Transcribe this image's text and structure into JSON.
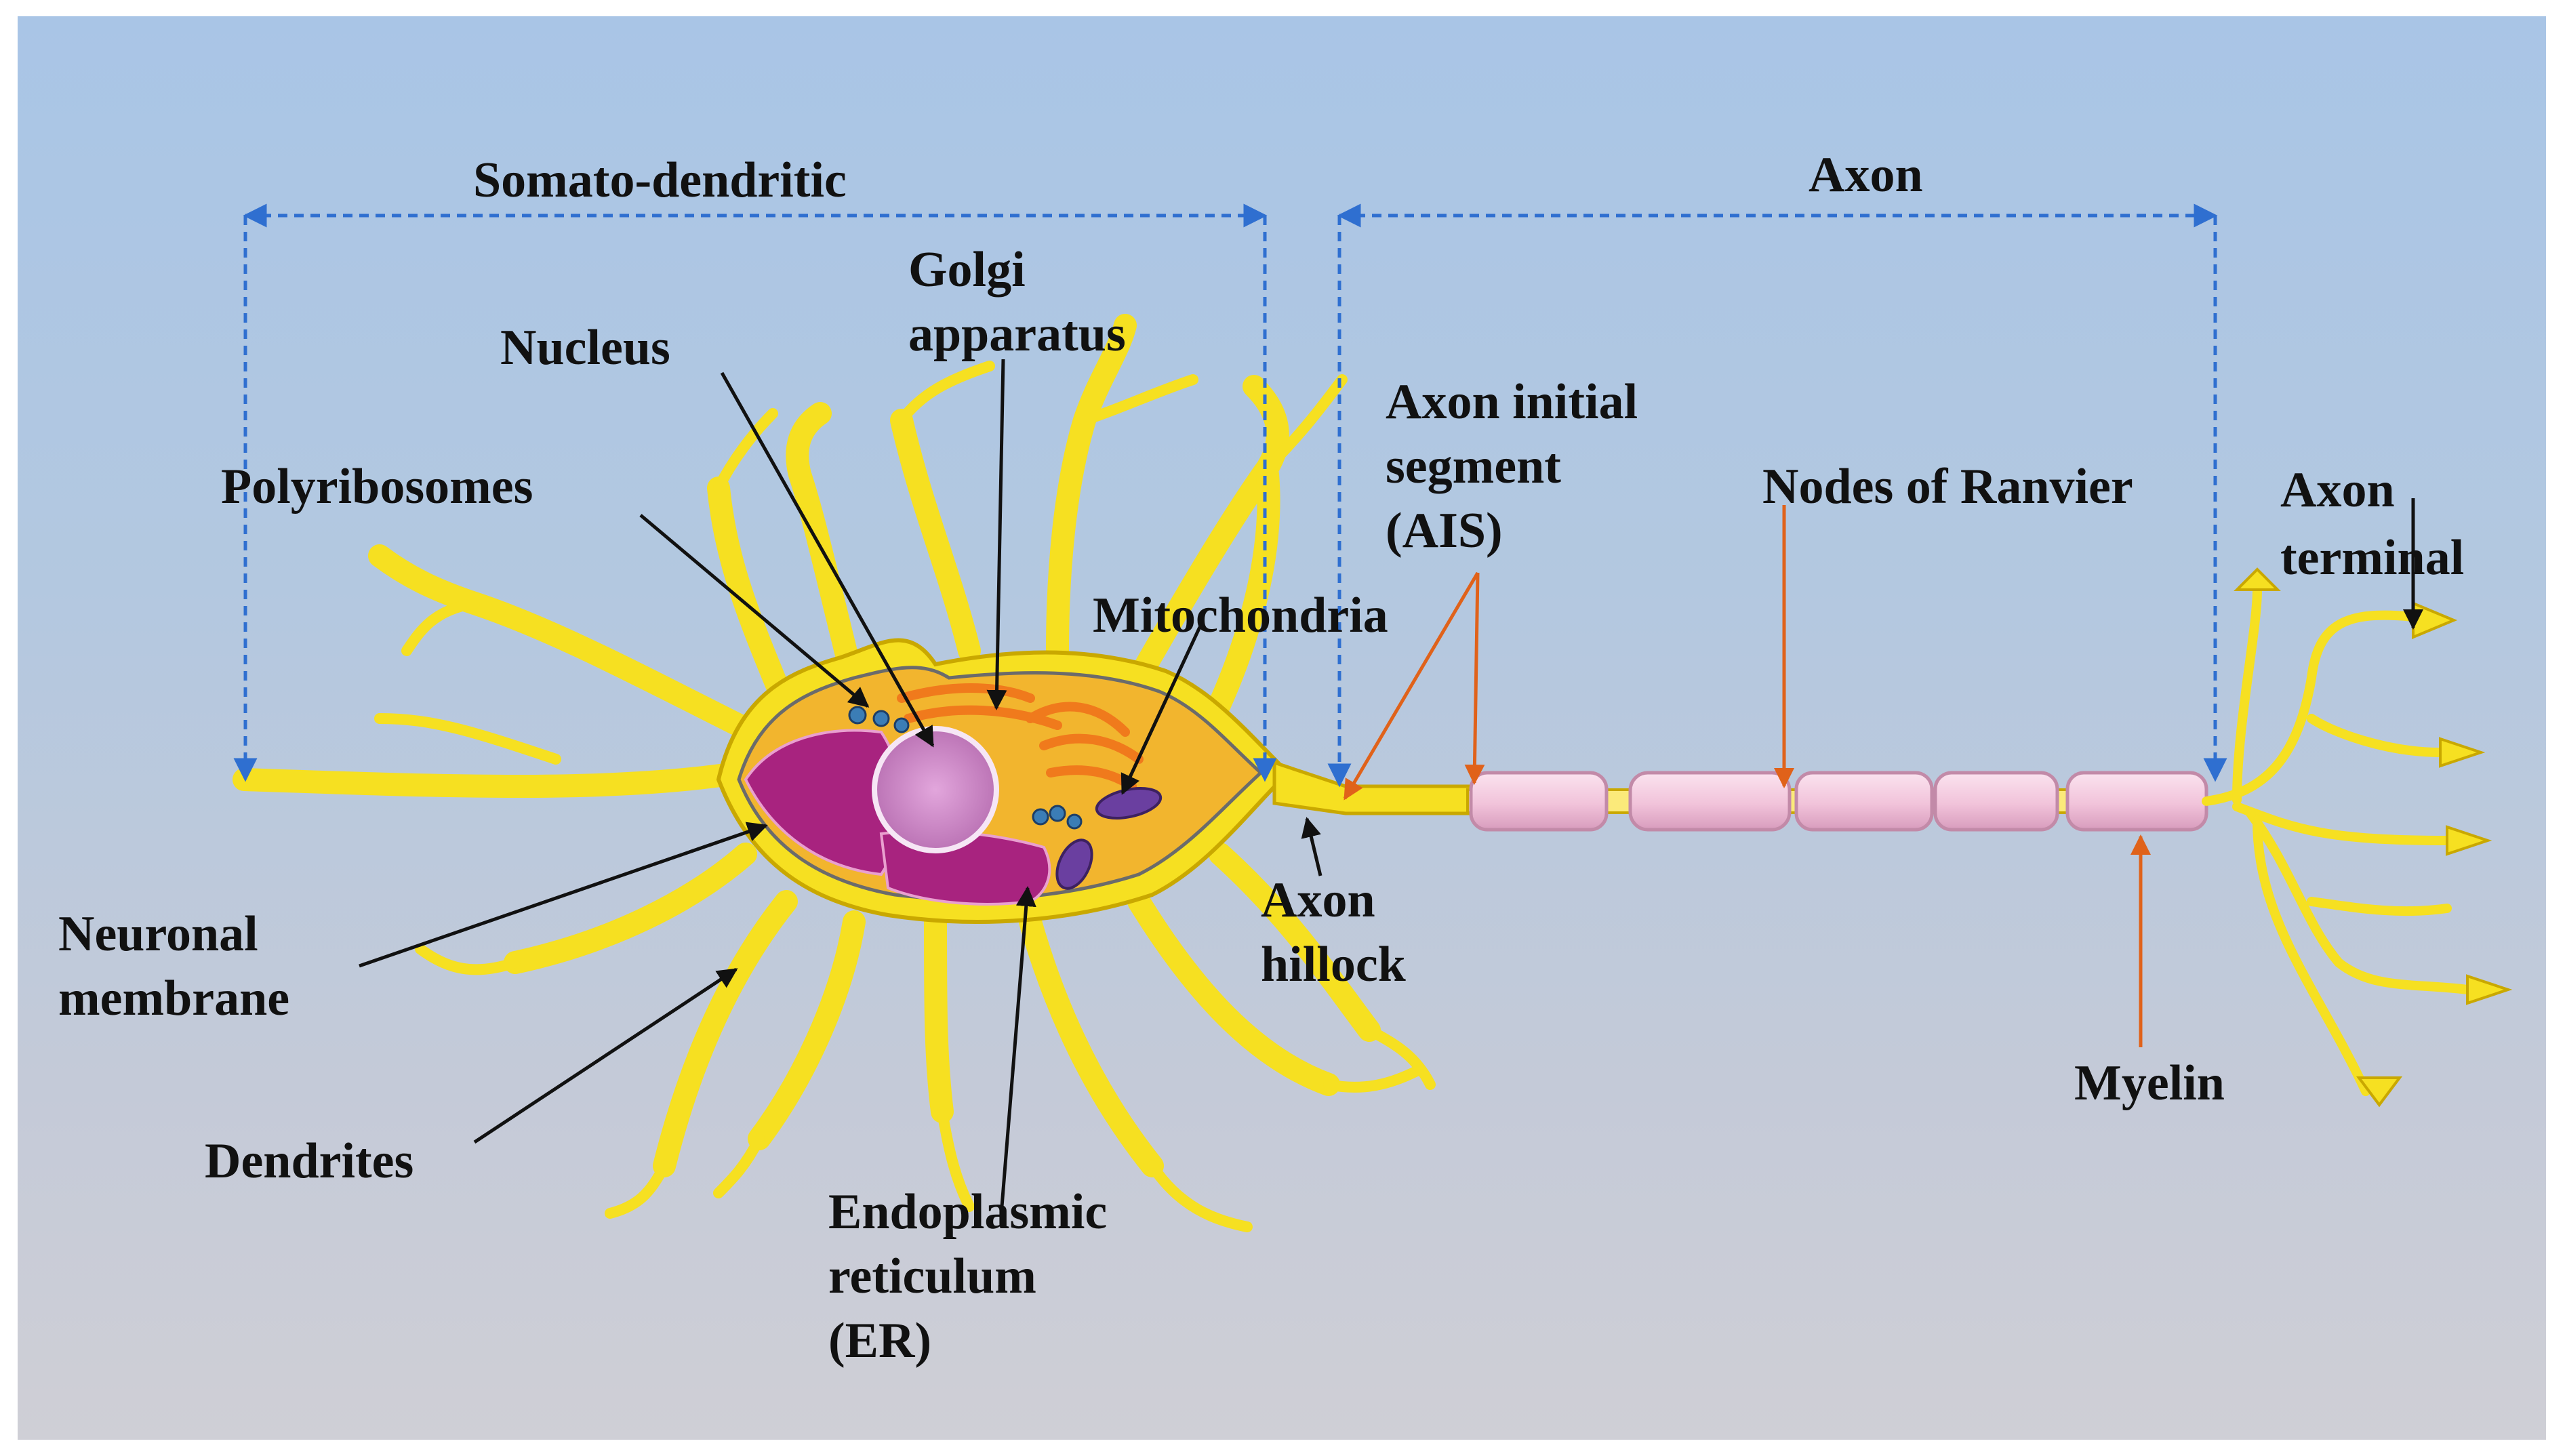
{
  "labels": {
    "somato_dendritic": "Somato-dendritic",
    "axon": "Axon",
    "golgi_line1": "Golgi",
    "golgi_line2": "apparatus",
    "nucleus": "Nucleus",
    "polyribosomes": "Polyribosomes",
    "mitochondria": "Mitochondria",
    "ais_line1": "Axon initial",
    "ais_line2": "segment",
    "ais_line3": "(AIS)",
    "nodes_of_ranvier": "Nodes of Ranvier",
    "axon_terminal_line1": "Axon",
    "axon_terminal_line2": "terminal",
    "neuronal_membrane_line1": "Neuronal",
    "neuronal_membrane_line2": "membrane",
    "axon_hillock_line1": "Axon",
    "axon_hillock_line2": "hillock",
    "dendrites": "Dendrites",
    "er_line1": "Endoplasmic",
    "er_line2": "reticulum",
    "er_line3": "(ER)",
    "myelin": "Myelin"
  },
  "colors": {
    "neuron_yellow": "#f6e021",
    "neuron_outline": "#c9a800",
    "cytoplasm": "#f2b52e",
    "nucleus": "#c77fc1",
    "er": "#a8237f",
    "golgi": "#f07a1c",
    "mitochondria": "#6a3fa0",
    "myelin": "#f2c8dc",
    "bracket_blue": "#2f6fd0",
    "arrow_orange": "#e0621a",
    "arrow_black": "#111111"
  }
}
